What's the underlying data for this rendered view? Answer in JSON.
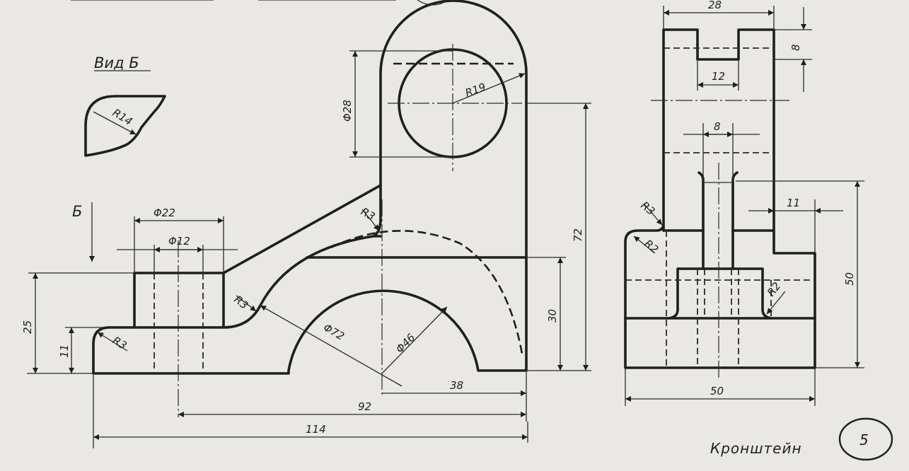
{
  "view_label": "Вид Б",
  "arrow_label": "Б",
  "part_title": "Кронштейн",
  "sheet_number": "5",
  "dims": {
    "d22": "Φ22",
    "d12": "Φ12",
    "d28": "Φ28",
    "r19": "R19",
    "r14": "R14",
    "r3_top": "R3",
    "r3_mid": "R3",
    "r3_left": "R3",
    "d72": "Φ72",
    "d46": "Φ46",
    "h25": "25",
    "h11": "11",
    "h72": "72",
    "h30": "30",
    "w38": "38",
    "w92": "92",
    "w114": "114",
    "side_w28": "28",
    "side_h8": "8",
    "side_w12": "12",
    "side_w8": "8",
    "side_r3": "R3",
    "side_r2_left": "R2",
    "side_r2_right": "R2",
    "side_w11": "11",
    "side_h50": "50",
    "side_w50": "50"
  }
}
